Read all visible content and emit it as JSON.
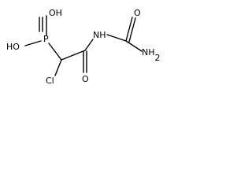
{
  "molecule": {
    "labels": {
      "OH_top": "OH",
      "HO_left": "HO",
      "P": "P",
      "Cl": "Cl",
      "O_bottom": "O",
      "NH": "NH",
      "O_top_right": "O",
      "NH2": "NH2"
    },
    "colors": {
      "bond": "#000000",
      "text": "#000000",
      "background": "#ffffff"
    }
  }
}
